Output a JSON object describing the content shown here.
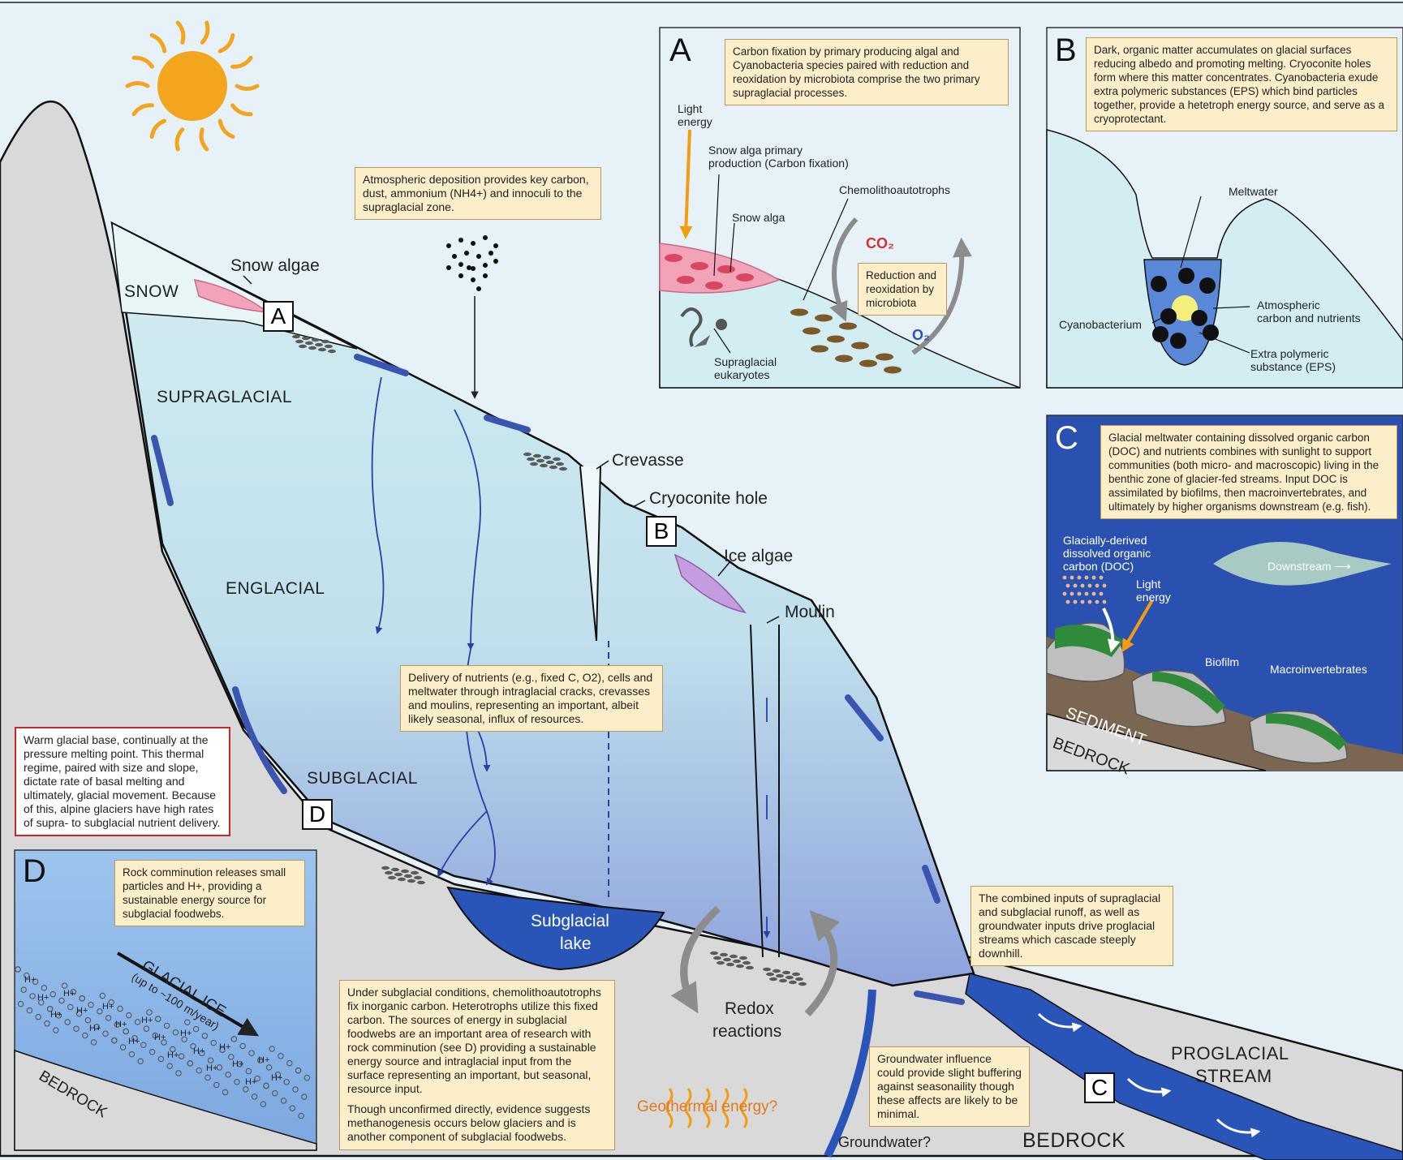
{
  "zones": {
    "snow": "SNOW",
    "supraglacial": "SUPRAGLACIAL",
    "englacial": "ENGLACIAL",
    "subglacial": "SUBGLACIAL",
    "proglacial": "PROGLACIAL",
    "stream": "STREAM",
    "bedrock": "BEDROCK"
  },
  "features": {
    "snow_algae": "Snow algae",
    "crevasse": "Crevasse",
    "cryoconite_hole": "Cryoconite hole",
    "ice_algae": "Ice algae",
    "moulin": "Moulin",
    "subglacial_lake_1": "Subglacial",
    "subglacial_lake_2": "lake",
    "redox_1": "Redox",
    "redox_2": "reactions",
    "geothermal": "Geothermal energy?",
    "groundwater": "Groundwater?"
  },
  "markers": {
    "a": "A",
    "b": "B",
    "c": "C",
    "d": "D"
  },
  "notes": {
    "atmospheric": "Atmospheric deposition provides key carbon, dust, ammonium (NH4+) and innoculi to the supraglacial zone.",
    "delivery": "Delivery of nutrients (e.g., fixed C, O2), cells and meltwater through intraglacial cracks, crevasses and moulins, representing an important, albeit likely seasonal, influx of resources.",
    "warm_base": "Warm glacial base, continually at the pressure melting point. This thermal regime, paired with size and slope, dictate rate of basal melting and ultimately, glacial movement. Because of this, alpine glaciers have high rates of supra- to subglacial nutrient delivery.",
    "subglacial_1": "Under subglacial conditions, chemolithoautotrophs fix inorganic carbon. Heterotrophs utilize this fixed carbon. The sources of energy in subglacial foodwebs are an important area of research with rock comminution (see D) providing a sustainable energy source and intraglacial input from the surface representing an important, but seasonal, resource input.",
    "subglacial_2": "Though unconfirmed directly, evidence suggests methanogenesis occurs below glaciers and is another component of subglacial foodwebs.",
    "groundwater": "Groundwater influence could provide slight buffering against seasonaility though these affects are likely to be minimal.",
    "combined": "The combined inputs of supraglacial and subglacial runoff, as well as groundwater inputs drive proglacial streams which cascade steeply downhill."
  },
  "panel_a": {
    "letter": "A",
    "note": "Carbon fixation by primary producing algal and Cyanobacteria species paired with reduction and reoxidation by microbiota comprise the two primary supraglacial processes.",
    "light_1": "Light",
    "light_2": "energy",
    "snow_alga_primary_1": "Snow alga primary",
    "snow_alga_primary_2": "production (Carbon fixation)",
    "chemo": "Chemolithoautotrophs",
    "snow_alga": "Snow alga",
    "co2": "CO₂",
    "o2": "O₂",
    "reduction": "Reduction and reoxidation by microbiota",
    "eukaryotes_1": "Supraglacial",
    "eukaryotes_2": "eukaryotes"
  },
  "panel_b": {
    "letter": "B",
    "note": "Dark, organic matter accumulates on glacial surfaces reducing albedo and promoting melting. Cryoconite holes form where this matter concentrates. Cyanobacteria exude extra polymeric substances (EPS) which bind particles together, provide a hetetroph energy source, and serve as a cryoprotectant.",
    "meltwater": "Meltwater",
    "cyanobacterium": "Cyanobacterium",
    "atm_1": "Atmospheric",
    "atm_2": "carbon and nutrients",
    "eps_1": "Extra polymeric",
    "eps_2": "substance (EPS)"
  },
  "panel_c": {
    "letter": "C",
    "note": "Glacial meltwater containing dissolved organic carbon (DOC) and nutrients combines with sunlight to support communities (both micro- and macroscopic) living in the benthic zone of glacier-fed streams. Input DOC is assimilated by biofilms, then macroinvertebrates, and ultimately by higher organisms downstream (e.g. fish).",
    "doc_1": "Glacially-derived",
    "doc_2": "dissolved organic",
    "doc_3": "carbon (DOC)",
    "light_1": "Light",
    "light_2": "energy",
    "downstream": "Downstream",
    "biofilm": "Biofilm",
    "macro": "Macroinvertebrates",
    "sediment": "SEDIMENT",
    "bedrock": "BEDROCK"
  },
  "panel_d": {
    "letter": "D",
    "note": "Rock comminution releases small particles and H+, providing a sustainable energy source for subglacial foodwebs.",
    "glacial_ice": "GLACIAL ICE",
    "rate": "(up to ~100 m/year)",
    "bedrock": "BEDROCK",
    "h": "H+"
  },
  "colors": {
    "sky": "#e6f2f8",
    "ice_top": "#cdeaf0",
    "ice_bottom": "#8fa6dc",
    "rock": "#d9d9d9",
    "water": "#2a55b8",
    "flow_arrow": "#3a55b0",
    "sun": "#f2a51d",
    "note_fill": "#fbeec9",
    "alert": "#c62828"
  }
}
